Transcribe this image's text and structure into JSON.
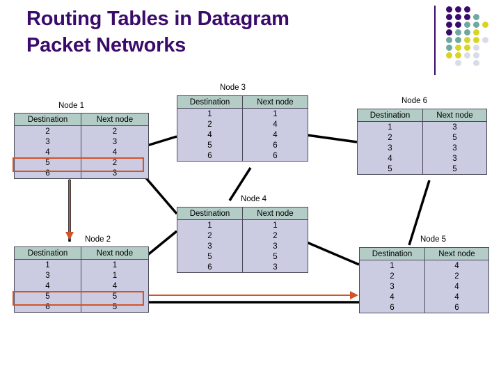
{
  "slide": {
    "title_line1": "Routing Tables in Datagram",
    "title_line2": "Packet Networks",
    "title_color": "#3B0B6B",
    "background_color": "#ffffff"
  },
  "logo": {
    "name": "decorative-dot-grid",
    "colors": {
      "purple": "#3B0B6B",
      "teal": "#6FA8A0",
      "yellow": "#D8D422",
      "pale": "#D8DCE8"
    },
    "dots": [
      {
        "col": 0,
        "row": 0,
        "color": "#3B0B6B"
      },
      {
        "col": 1,
        "row": 0,
        "color": "#3B0B6B"
      },
      {
        "col": 2,
        "row": 0,
        "color": "#3B0B6B"
      },
      {
        "col": 0,
        "row": 1,
        "color": "#3B0B6B"
      },
      {
        "col": 1,
        "row": 1,
        "color": "#3B0B6B"
      },
      {
        "col": 2,
        "row": 1,
        "color": "#3B0B6B"
      },
      {
        "col": 3,
        "row": 1,
        "color": "#6FA8A0"
      },
      {
        "col": 0,
        "row": 2,
        "color": "#3B0B6B"
      },
      {
        "col": 1,
        "row": 2,
        "color": "#3B0B6B"
      },
      {
        "col": 2,
        "row": 2,
        "color": "#6FA8A0"
      },
      {
        "col": 3,
        "row": 2,
        "color": "#6FA8A0"
      },
      {
        "col": 4,
        "row": 2,
        "color": "#D8D422"
      },
      {
        "col": 0,
        "row": 3,
        "color": "#3B0B6B"
      },
      {
        "col": 1,
        "row": 3,
        "color": "#6FA8A0"
      },
      {
        "col": 2,
        "row": 3,
        "color": "#6FA8A0"
      },
      {
        "col": 3,
        "row": 3,
        "color": "#D8D422"
      },
      {
        "col": 0,
        "row": 4,
        "color": "#6FA8A0"
      },
      {
        "col": 1,
        "row": 4,
        "color": "#6FA8A0"
      },
      {
        "col": 2,
        "row": 4,
        "color": "#D8D422"
      },
      {
        "col": 3,
        "row": 4,
        "color": "#D8D422"
      },
      {
        "col": 4,
        "row": 4,
        "color": "#D8DCE8"
      },
      {
        "col": 0,
        "row": 5,
        "color": "#6FA8A0"
      },
      {
        "col": 1,
        "row": 5,
        "color": "#D8D422"
      },
      {
        "col": 2,
        "row": 5,
        "color": "#D8D422"
      },
      {
        "col": 3,
        "row": 5,
        "color": "#D8DCE8"
      },
      {
        "col": 0,
        "row": 6,
        "color": "#D8D422"
      },
      {
        "col": 1,
        "row": 6,
        "color": "#D8D422"
      },
      {
        "col": 2,
        "row": 6,
        "color": "#D8DCE8"
      },
      {
        "col": 3,
        "row": 6,
        "color": "#D8DCE8"
      },
      {
        "col": 1,
        "row": 7,
        "color": "#D8DCE8"
      },
      {
        "col": 3,
        "row": 7,
        "color": "#D8DCE8"
      }
    ]
  },
  "columns": {
    "destination": "Destination",
    "next_node": "Next node"
  },
  "nodes": {
    "node1": {
      "label": "Node 1",
      "rows": [
        {
          "destination": "2",
          "next_node": "2"
        },
        {
          "destination": "3",
          "next_node": "3"
        },
        {
          "destination": "4",
          "next_node": "4"
        },
        {
          "destination": "5",
          "next_node": "2"
        },
        {
          "destination": "6",
          "next_node": "3"
        }
      ],
      "highlighted_row_index": 3
    },
    "node2": {
      "label": "Node 2",
      "rows": [
        {
          "destination": "1",
          "next_node": "1"
        },
        {
          "destination": "3",
          "next_node": "1"
        },
        {
          "destination": "4",
          "next_node": "4"
        },
        {
          "destination": "5",
          "next_node": "5"
        },
        {
          "destination": "6",
          "next_node": "5"
        }
      ],
      "highlighted_row_index": 3
    },
    "node3": {
      "label": "Node 3",
      "rows": [
        {
          "destination": "1",
          "next_node": "1"
        },
        {
          "destination": "2",
          "next_node": "4"
        },
        {
          "destination": "4",
          "next_node": "4"
        },
        {
          "destination": "5",
          "next_node": "6"
        },
        {
          "destination": "6",
          "next_node": "6"
        }
      ],
      "highlighted_row_index": null
    },
    "node4": {
      "label": "Node 4",
      "rows": [
        {
          "destination": "1",
          "next_node": "1"
        },
        {
          "destination": "2",
          "next_node": "2"
        },
        {
          "destination": "3",
          "next_node": "3"
        },
        {
          "destination": "5",
          "next_node": "5"
        },
        {
          "destination": "6",
          "next_node": "3"
        }
      ],
      "highlighted_row_index": null
    },
    "node5": {
      "label": "Node 5",
      "rows": [
        {
          "destination": "1",
          "next_node": "4"
        },
        {
          "destination": "2",
          "next_node": "2"
        },
        {
          "destination": "3",
          "next_node": "4"
        },
        {
          "destination": "4",
          "next_node": "4"
        },
        {
          "destination": "6",
          "next_node": "6"
        }
      ],
      "highlighted_row_index": null
    },
    "node6": {
      "label": "Node 6",
      "rows": [
        {
          "destination": "1",
          "next_node": "3"
        },
        {
          "destination": "2",
          "next_node": "5"
        },
        {
          "destination": "3",
          "next_node": "3"
        },
        {
          "destination": "4",
          "next_node": "3"
        },
        {
          "destination": "5",
          "next_node": "5"
        }
      ],
      "highlighted_row_index": null
    }
  },
  "annotations": {
    "highlight_color": "#D4512A",
    "link_color": "#000000",
    "route_arrows": [
      {
        "name": "node1-to-node2-arrow",
        "from": "Node 1",
        "to": "Node 2"
      },
      {
        "name": "node2-to-node5-arrow",
        "from": "Node 2",
        "to": "Node 5"
      }
    ],
    "topology_links": [
      {
        "from": "Node 1",
        "to": "Node 3"
      },
      {
        "from": "Node 1",
        "to": "Node 4"
      },
      {
        "from": "Node 1",
        "to": "Node 2"
      },
      {
        "from": "Node 2",
        "to": "Node 4"
      },
      {
        "from": "Node 2",
        "to": "Node 5"
      },
      {
        "from": "Node 3",
        "to": "Node 6"
      },
      {
        "from": "Node 3",
        "to": "Node 4"
      },
      {
        "from": "Node 4",
        "to": "Node 5"
      },
      {
        "from": "Node 6",
        "to": "Node 5"
      }
    ]
  }
}
